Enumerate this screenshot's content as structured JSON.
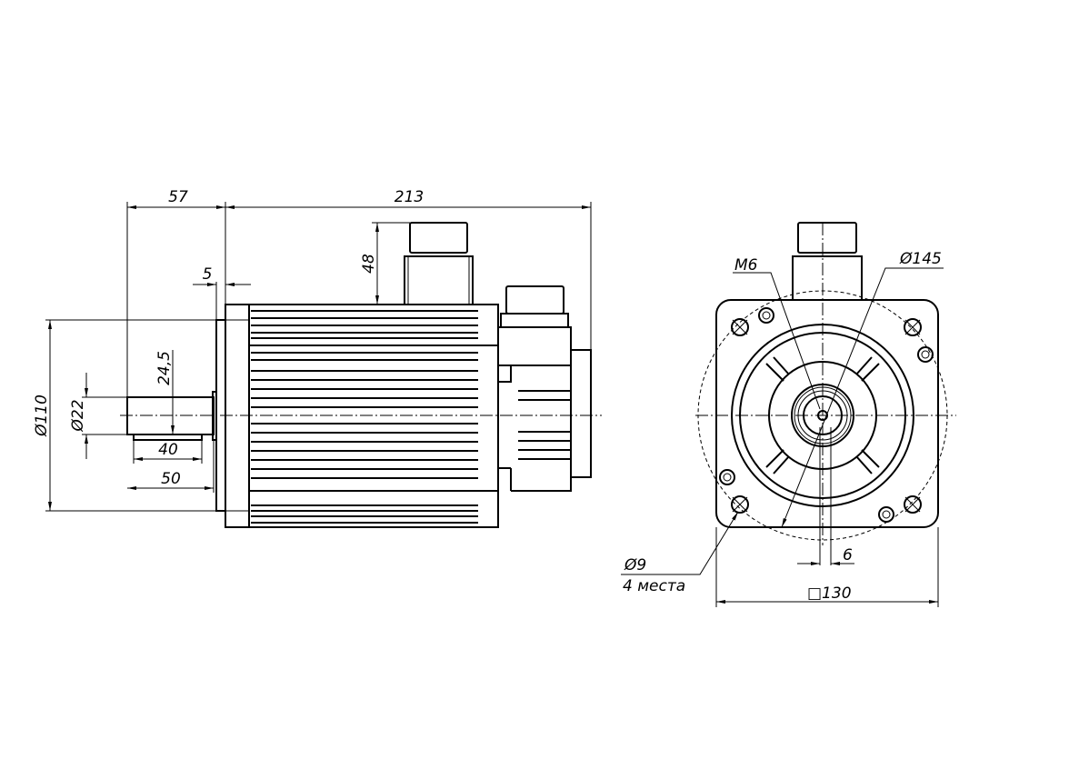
{
  "side_view": {
    "dim_flange_to_shaft": "57",
    "dim_body_length": "213",
    "dim_connector_height": "48",
    "dim_flange_thickness": "5",
    "dim_pilot_diameter": "Ø110",
    "dim_shaft_diameter": "Ø22",
    "dim_key_height": "24,5",
    "dim_key_length": "40",
    "dim_shaft_length": "50"
  },
  "front_view": {
    "thread_label": "M6",
    "bolt_circle_label": "Ø145",
    "hole_label": "Ø9",
    "hole_count_label": "4 места",
    "key_width_label": "6",
    "flange_square_label": "□130"
  }
}
